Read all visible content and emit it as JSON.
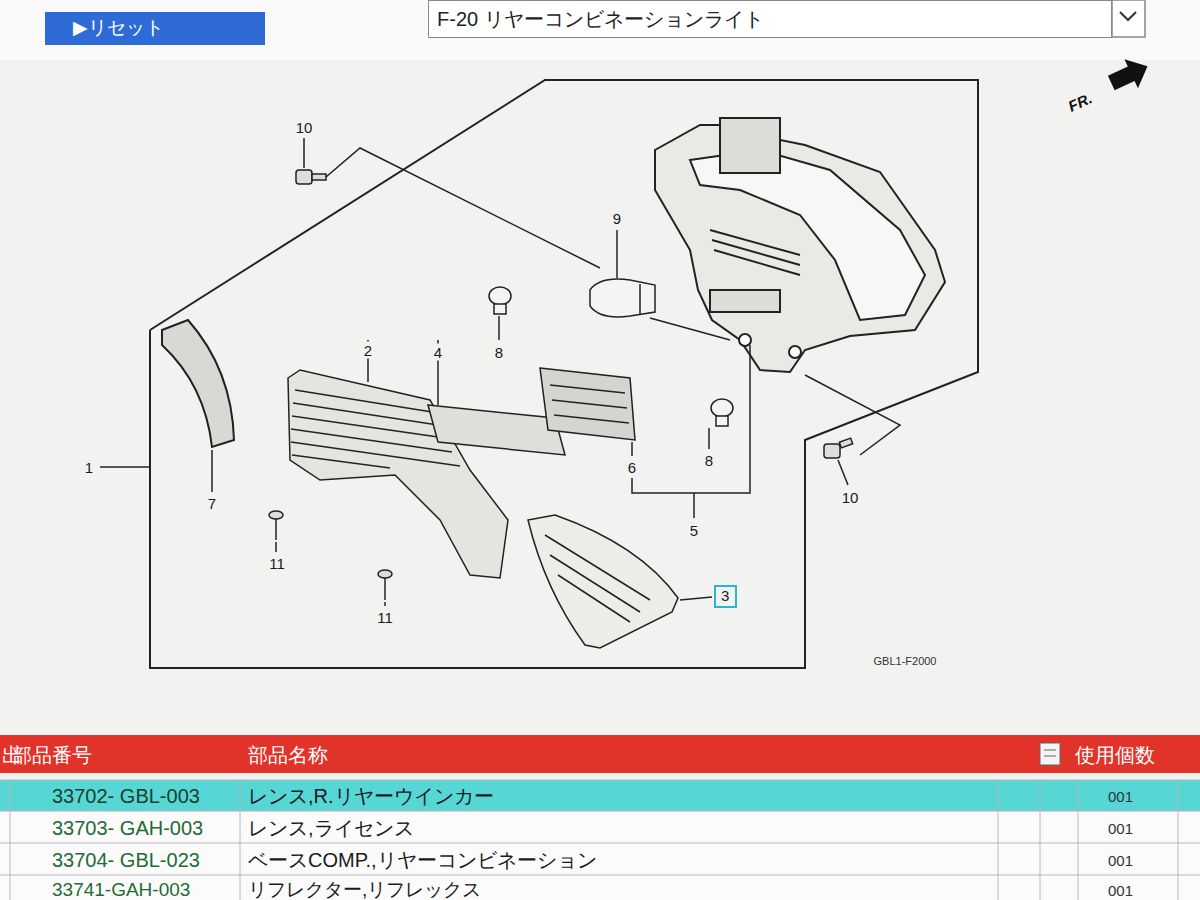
{
  "diagram": {
    "nodes": [
      {
        "text": [
          "▶リセット"
        ]
      },
      {
        "text": [
          "F-20 リヤーコンビネーションライト"
        ]
      },
      {
        "text": [
          "3"
        ]
      }
    ],
    "labels": [
      "10",
      "9",
      "8",
      "4",
      "2",
      "1",
      "7",
      "6",
      "8",
      "5",
      "10",
      "11",
      "11",
      "FR.",
      "GBL1-F2000",
      "出",
      "部品番号",
      "部品名称",
      "使用個数",
      "33702- GBL-003",
      "レンス,R.リヤーウインカー",
      "001",
      "33703- GAH-003",
      "レンス,ライセンス",
      "001",
      "33704- GBL-023",
      "ベースCOMP.,リヤーコンビネーション",
      "001",
      "33741-GAH-003",
      "リフレクター,リフレックス",
      "001"
    ]
  }
}
